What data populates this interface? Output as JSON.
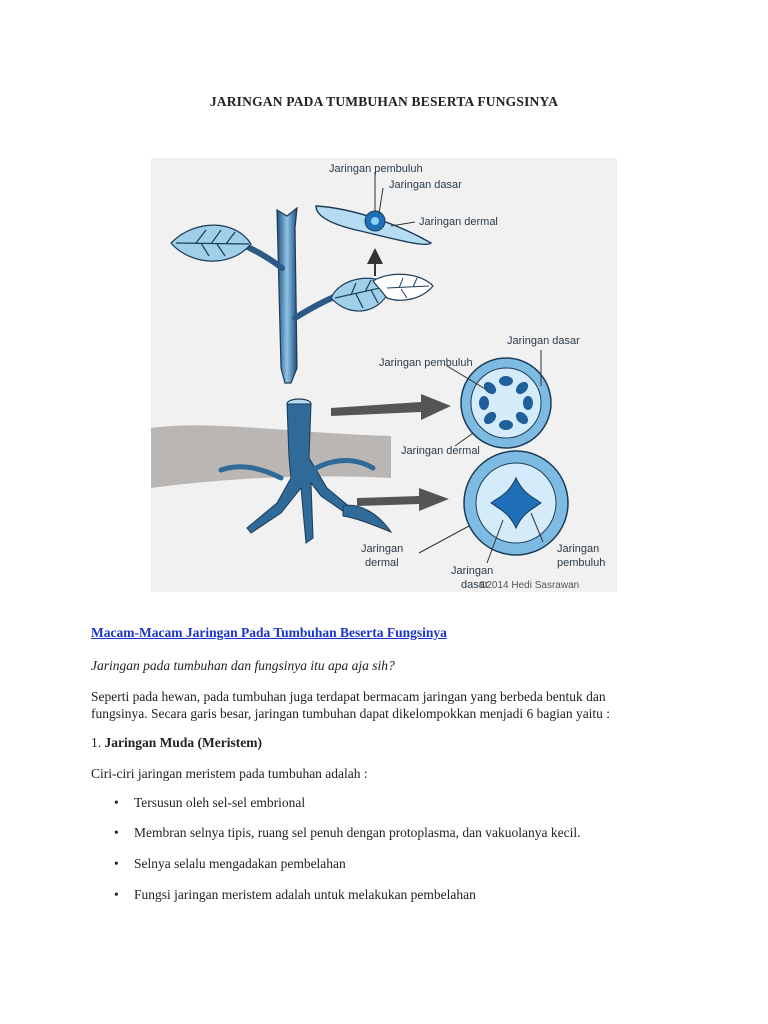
{
  "title": "JARINGAN PADA TUMBUHAN BESERTA FUNGSINYA",
  "figure": {
    "labels": {
      "leaf_vascular": "Jaringan pembuluh",
      "leaf_ground": "Jaringan dasar",
      "leaf_dermal": "Jaringan dermal",
      "stem_ground": "Jaringan dasar",
      "stem_vascular": "Jaringan pembuluh",
      "stem_dermal": "Jaringan dermal",
      "root_dermal_1": "Jaringan",
      "root_dermal_2": "dermal",
      "root_ground_1": "Jaringan",
      "root_ground_2": "dasar",
      "root_vascular_1": "Jaringan",
      "root_vascular_2": "pembuluh"
    },
    "credit": "©2014 Hedi Sasrawan"
  },
  "link_text": "Macam-Macam Jaringan Pada Tumbuhan Beserta Fungsinya",
  "question": "Jaringan pada tumbuhan dan fungsinya itu apa aja sih?",
  "intro_line1": "Seperti pada hewan, pada tumbuhan juga terdapat bermacam jaringan yang berbeda bentuk dan",
  "intro_line2": "fungsinya. Secara garis besar, jaringan tumbuhan dapat dikelompokkan menjadi 6 bagian yaitu :",
  "section_number": "1.",
  "section_title": "Jaringan Muda (Meristem)",
  "lead": "Ciri-ciri jaringan meristem pada tumbuhan adalah :",
  "bullets": [
    "Tersusun oleh sel-sel embrional",
    "Membran selnya tipis, ruang sel penuh dengan protoplasma, dan vakuolanya kecil.",
    "Selnya selalu mengadakan pembelahan",
    "Fungsi jaringan meristem adalah untuk melakukan pembelahan"
  ]
}
